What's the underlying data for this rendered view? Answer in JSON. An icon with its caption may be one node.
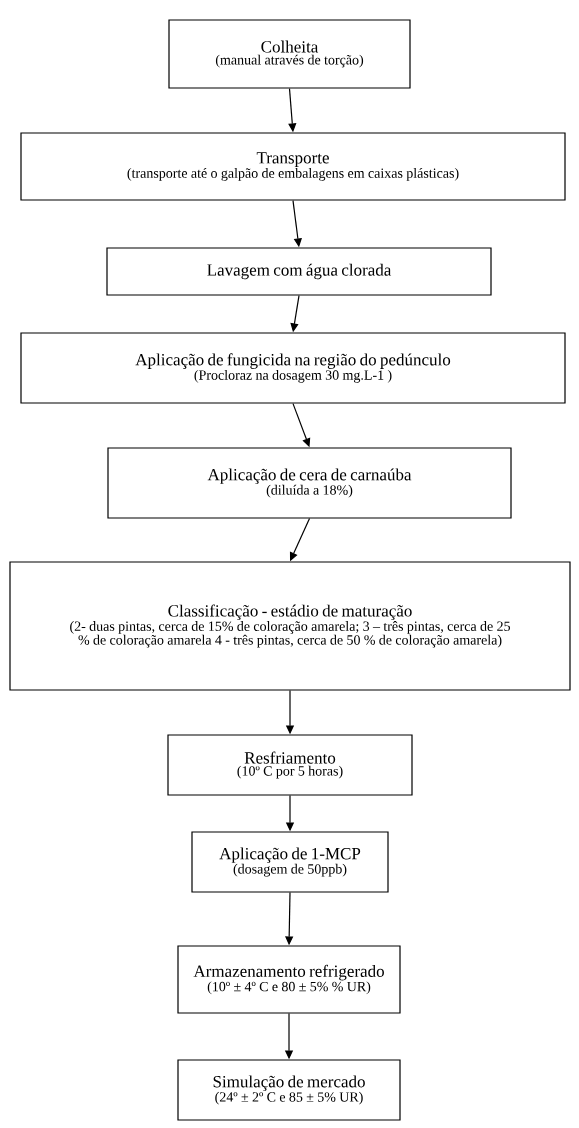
{
  "diagram": {
    "nodes": [
      {
        "text": [
          "Colheita",
          "(manual através de torção)"
        ]
      },
      {
        "text": [
          "Transporte",
          "(transporte até o galpão de embalagens em caixas plásticas)"
        ]
      },
      {
        "text": [
          "Lavagem com água clorada"
        ]
      },
      {
        "text": [
          "Aplicação de fungicida na região do pedúnculo",
          "(Procloraz na dosagem 30 mg.L-1 )"
        ]
      },
      {
        "text": [
          "Aplicação de cera de carnaúba",
          "(diluída a 18%)"
        ]
      },
      {
        "text": [
          "Classificação - estádio de maturação",
          "(2- duas pintas, cerca de 15% de coloração amarela; 3 – três pintas, cerca de 25 % de coloração amarela 4 - três pintas, cerca de 50 % de coloração amarela)"
        ]
      },
      {
        "text": [
          "Resfriamento",
          "(10º C por 5 horas)"
        ]
      },
      {
        "text": [
          "Aplicação de 1-MCP",
          "(dosagem de 50ppb)"
        ]
      },
      {
        "text": [
          "Armazenamento refrigerado",
          "(10º ± 4º C e 80 ± 5% % UR)"
        ]
      },
      {
        "text": [
          "Simulação de mercado",
          "(24º ± 2º C e 85 ± 5% UR)"
        ]
      }
    ],
    "edges": [
      {
        "from": 0,
        "to": 1,
        "arrow": "to"
      },
      {
        "from": 1,
        "to": 2,
        "arrow": "to"
      },
      {
        "from": 2,
        "to": 3,
        "arrow": "to"
      },
      {
        "from": 3,
        "to": 4,
        "arrow": "to"
      },
      {
        "from": 4,
        "to": 5,
        "arrow": "to"
      },
      {
        "from": 5,
        "to": 6,
        "arrow": "to"
      },
      {
        "from": 6,
        "to": 7,
        "arrow": "to"
      },
      {
        "from": 7,
        "to": 8,
        "arrow": "to"
      },
      {
        "from": 8,
        "to": 9,
        "arrow": "to"
      }
    ]
  }
}
